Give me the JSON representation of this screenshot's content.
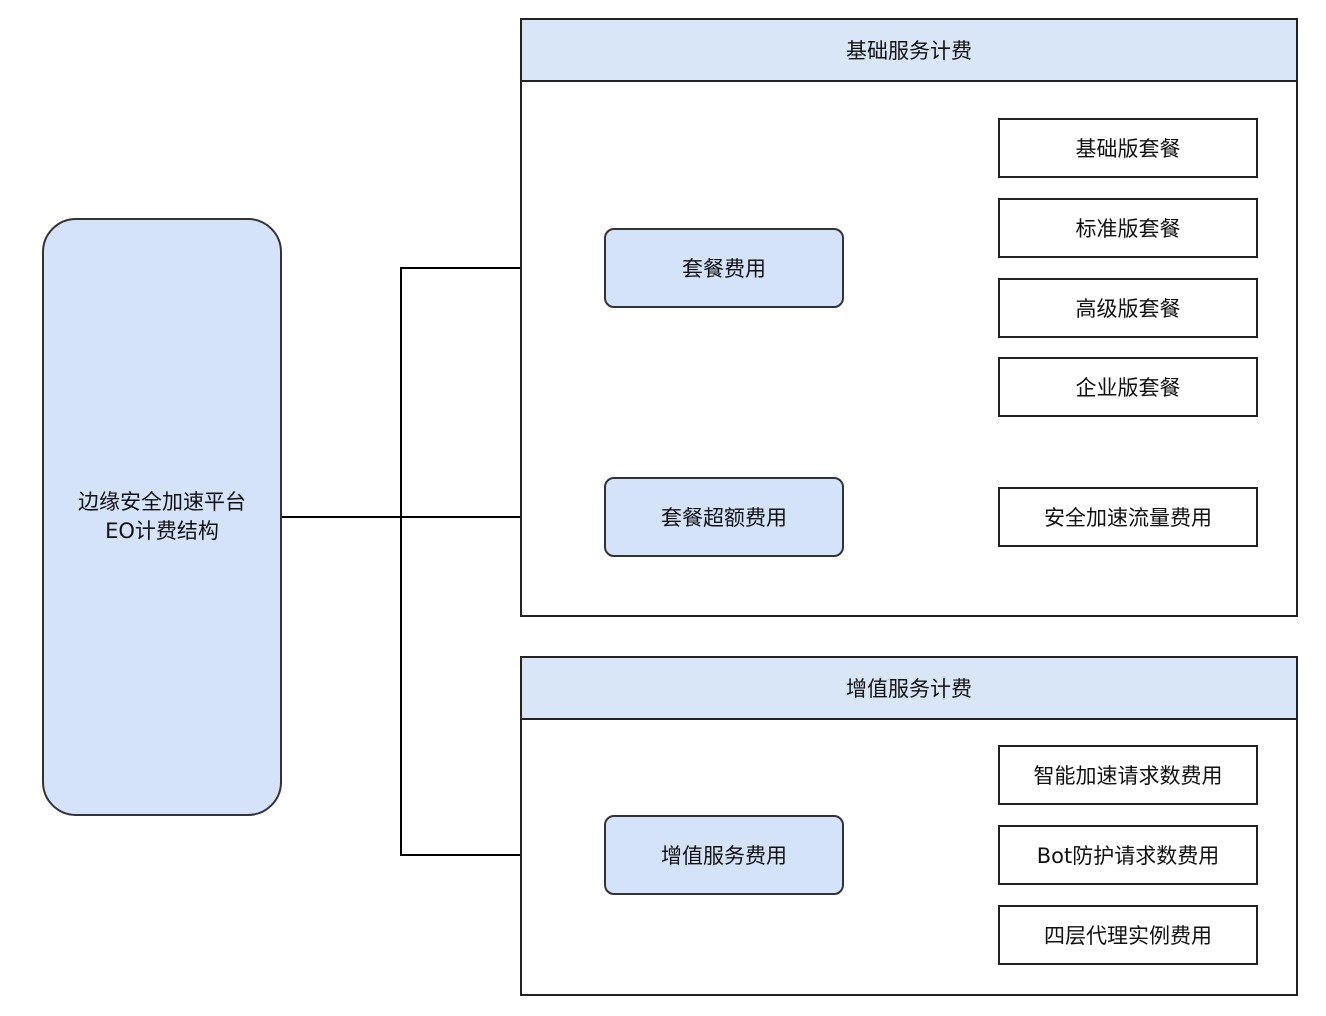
{
  "root": {
    "line1": "边缘安全加速平台",
    "line2": "EO计费结构"
  },
  "groups": {
    "basic": {
      "title": "基础服务计费"
    },
    "value_added": {
      "title": "增值服务计费"
    }
  },
  "nodes": {
    "package_fee": "套餐费用",
    "package_overage_fee": "套餐超额费用",
    "value_added_fee": "增值服务费用"
  },
  "leaves": {
    "basic_package": "基础版套餐",
    "standard_package": "标准版套餐",
    "advanced_package": "高级版套餐",
    "enterprise_package": "企业版套餐",
    "traffic_fee": "安全加速流量费用",
    "smart_accel_fee": "智能加速请求数费用",
    "bot_protection_fee": "Bot防护请求数费用",
    "l4_proxy_fee": "四层代理实例费用"
  },
  "colors": {
    "node_fill": "#d4e3fa",
    "header_fill": "#d9e6f8",
    "primary_edge": "#000000",
    "secondary_edge": "#aaaaaa"
  }
}
